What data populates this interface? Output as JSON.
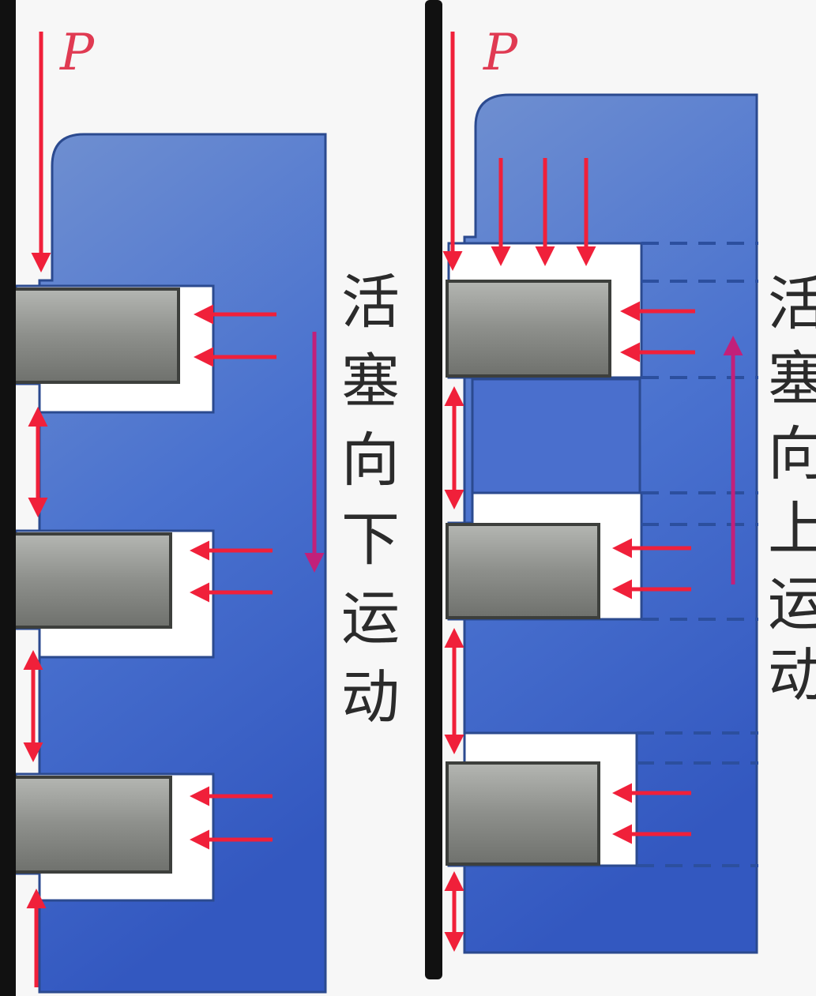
{
  "left_panel": {
    "pressure_label": "P",
    "caption": [
      "活",
      "塞",
      "向",
      "下",
      "运",
      "动"
    ]
  },
  "right_panel": {
    "pressure_label": "P",
    "caption": [
      "活",
      "塞",
      "向",
      "上",
      "运",
      "动"
    ]
  },
  "colors": {
    "rod": "#111111",
    "piston_top": "#5d7fc6",
    "piston_bottom": "#3b63c4",
    "seal_ring": "#8a8a8a",
    "arrow_red": "#f0203a",
    "arrow_magenta": "#c2207a",
    "dashed_line": "#2c4f9e"
  }
}
